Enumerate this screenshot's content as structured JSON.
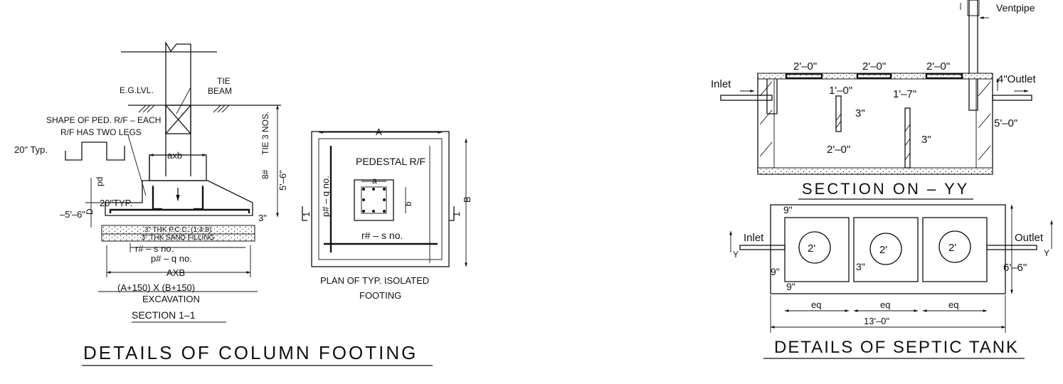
{
  "footing": {
    "title": "DETAILS OF COLUMN FOOTING",
    "section_title": "SECTION 1–1",
    "egl": "E.G.LVL.",
    "tie_beam_1": "TIE",
    "tie_beam_2": "BEAM",
    "shape_ped_1": "SHAPE OF PED. R/F – EACH",
    "shape_ped_2": "R/F HAS TWO LEGS",
    "typ20": "20\" Typ.",
    "axb": "axb",
    "typ20b": "20\"TYP.",
    "pd": "pd",
    "d": "D",
    "neg56": "–5'–6\"",
    "three": "3\"",
    "tie3nos": "TIE 3 NOS.",
    "eight": "8#",
    "five6": "5'–6\"",
    "pcc": "3\" THK P.C.C. (1:4:8)",
    "sand": "3\" THK SAND FILLING",
    "r_s": "r#   – s no.",
    "p_q": "p#   – q no.",
    "AXB": "AXB",
    "excav_1": "(A+150) X (B+150)",
    "excav_2": "EXCAVATION"
  },
  "plan": {
    "A": "A",
    "B": "B",
    "pedestal": "PEDESTAL R/F",
    "a": "a",
    "b": "b",
    "p_q": "p#  – q no.",
    "r_s": "r#   – s no.",
    "one": "1",
    "caption_1": "PLAN OF TYP. ISOLATED",
    "caption_2": "FOOTING"
  },
  "septic": {
    "title": "DETAILS OF SEPTIC TANK",
    "section_title": "SECTION ON – YY",
    "ventpipe": "Ventpipe",
    "inlet": "Inlet",
    "outlet": "Outlet",
    "outlet4": "4\"Outlet",
    "slab_dims": [
      "2'–0\"",
      "2'–0\"",
      "2'–0\""
    ],
    "one0": "1'–0\"",
    "one7": "1'–7\"",
    "three_a": "3\"",
    "three_b": "3\"",
    "two0": "2'–0\"",
    "five0": "5'–0\"",
    "nine_a": "9\"",
    "nine_b": "9\"",
    "nine_c": "9\"",
    "three_c": "3\"",
    "six6": "6'–6\"",
    "circles": [
      "2'",
      "2'",
      "2'"
    ],
    "eq": [
      "eq",
      "eq",
      "eq"
    ],
    "total": "13'–0\"",
    "y": "Y"
  }
}
